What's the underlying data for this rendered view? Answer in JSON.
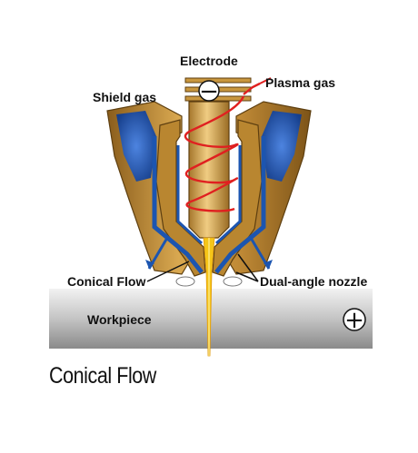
{
  "labels": {
    "electrode": "Electrode",
    "plasma_gas": "Plasma gas",
    "shield_gas": "Shield gas",
    "conical_flow": "Conical Flow",
    "dual_angle_nozzle": "Dual-angle nozzle",
    "workpiece": "Workpiece"
  },
  "polarity": {
    "electrode": "−",
    "workpiece": "+"
  },
  "caption": "Conical Flow",
  "colors": {
    "brass": "#c9973f",
    "blue": "#1c55b0",
    "plasma_coil": "#e02020",
    "arc": "#f5c518"
  }
}
